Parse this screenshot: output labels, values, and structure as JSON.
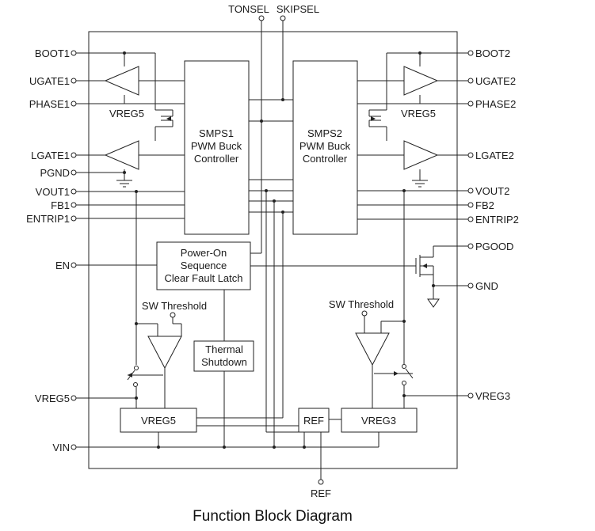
{
  "caption": "Function Block Diagram",
  "pins": {
    "left": [
      "BOOT1",
      "UGATE1",
      "PHASE1",
      "LGATE1",
      "PGND",
      "VOUT1",
      "FB1",
      "ENTRIP1",
      "EN",
      "VREG5",
      "VIN"
    ],
    "right": [
      "BOOT2",
      "UGATE2",
      "PHASE2",
      "LGATE2",
      "VOUT2",
      "FB2",
      "ENTRIP2",
      "PGOOD",
      "GND",
      "VREG3"
    ],
    "top": [
      "TONSEL",
      "SKIPSEL"
    ],
    "bottom": [
      "REF"
    ]
  },
  "blocks": {
    "smps1": [
      "SMPS1",
      "PWM Buck",
      "Controller"
    ],
    "smps2": [
      "SMPS2",
      "PWM Buck",
      "Controller"
    ],
    "poweron": [
      "Power-On",
      "Sequence",
      "Clear Fault Latch"
    ],
    "thermal": [
      "Thermal",
      "Shutdown"
    ],
    "vreg5": "VREG5",
    "vreg3": "VREG3",
    "ref": "REF"
  },
  "labels": {
    "vreg5_left": "VREG5",
    "vreg5_right": "VREG5",
    "sw_threshold_left": "SW Threshold",
    "sw_threshold_right": "SW Threshold"
  }
}
